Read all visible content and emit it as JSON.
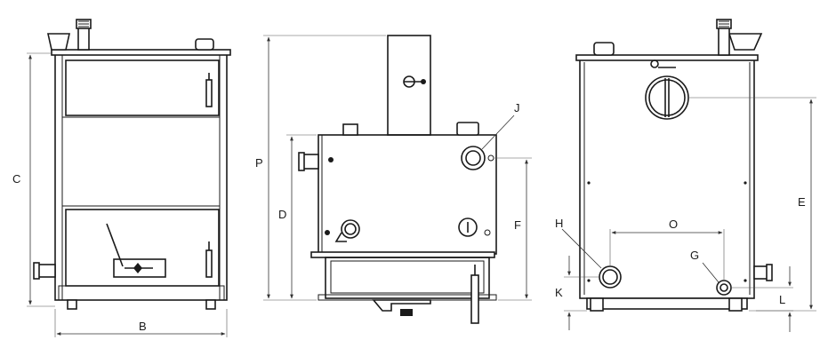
{
  "labels": {
    "B": "B",
    "C": "C",
    "P": "P",
    "D": "D",
    "F": "F",
    "J": "J",
    "H": "H",
    "O": "O",
    "G": "G",
    "E": "E",
    "K": "K",
    "L": "L"
  },
  "colors": {
    "line": "#1a1a1a",
    "dimension": "#333333",
    "background": "#ffffff"
  }
}
